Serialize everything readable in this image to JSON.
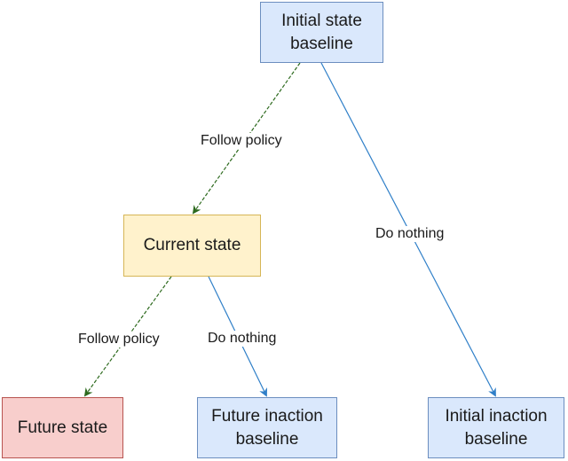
{
  "nodes": {
    "initial_state_baseline": {
      "label": "Initial state\nbaseline",
      "fill": "#dae8fc",
      "stroke": "#6c8ebf"
    },
    "current_state": {
      "label": "Current state",
      "fill": "#fff2cc",
      "stroke": "#d6b656"
    },
    "future_state": {
      "label": "Future state",
      "fill": "#f8cecc",
      "stroke": "#b85450"
    },
    "future_inaction_baseline": {
      "label": "Future inaction\nbaseline",
      "fill": "#dae8fc",
      "stroke": "#6c8ebf"
    },
    "initial_inaction_baseline": {
      "label": "Initial inaction\nbaseline",
      "fill": "#dae8fc",
      "stroke": "#6c8ebf"
    }
  },
  "edges": {
    "initial_to_current": {
      "label": "Follow policy",
      "color": "#2d6a1e",
      "dashed": true
    },
    "initial_to_initial_inaction": {
      "label": "Do nothing",
      "color": "#2f7fc8",
      "dashed": false
    },
    "current_to_future_state": {
      "label": "Follow policy",
      "color": "#2d6a1e",
      "dashed": true
    },
    "current_to_future_inaction": {
      "label": "Do nothing",
      "color": "#2f7fc8",
      "dashed": false
    }
  }
}
